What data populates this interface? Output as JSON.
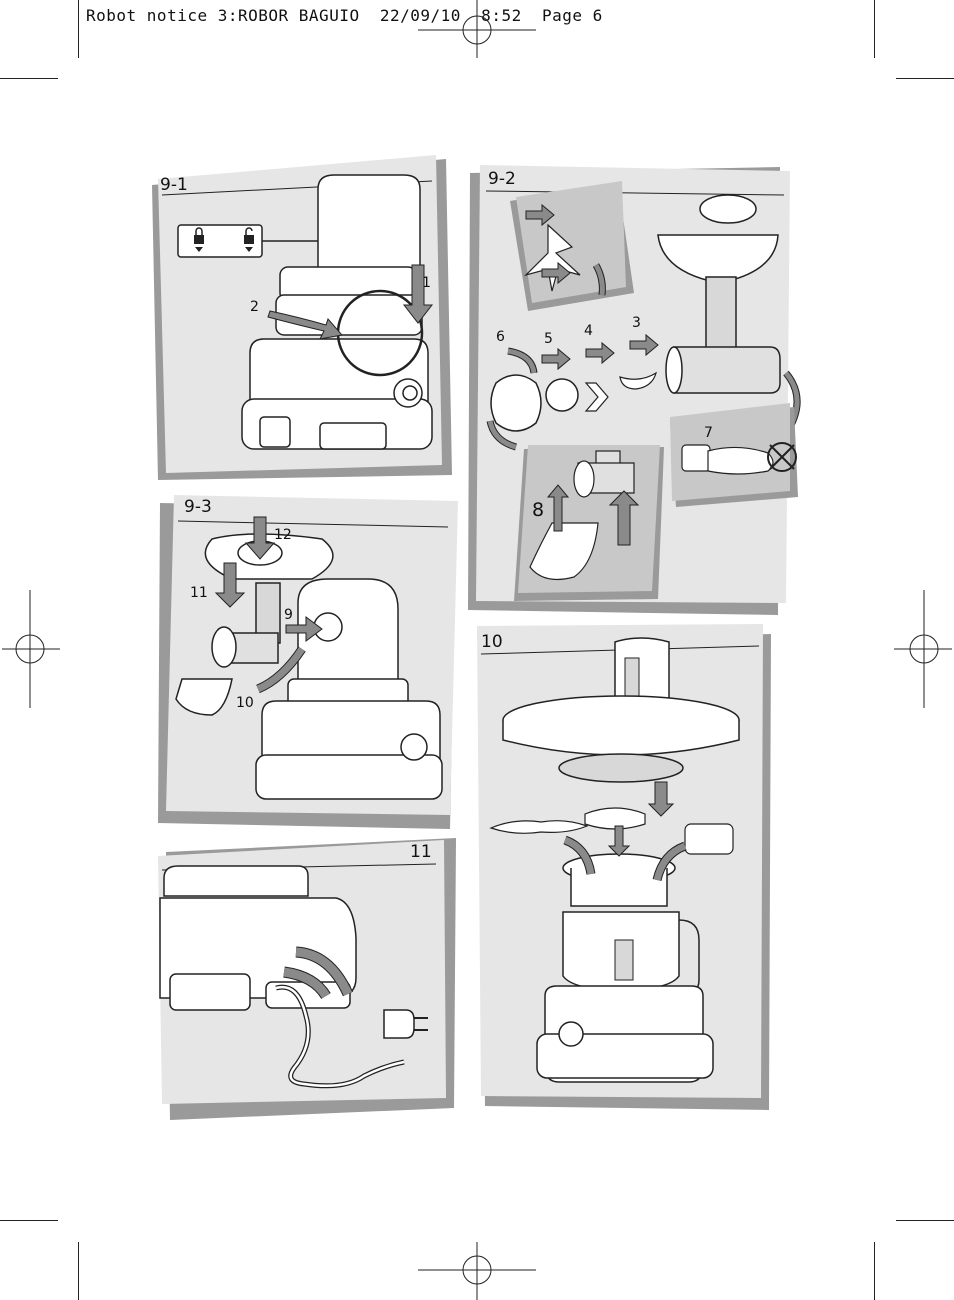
{
  "header": {
    "text": "Robot notice 3:ROBOR BAGUIO  22/09/10  8:52  Page 6"
  },
  "panels": {
    "p91": {
      "label": "9-1",
      "steps": {
        "s1": "1",
        "s2": "2"
      }
    },
    "p92": {
      "label": "9-2",
      "steps": {
        "s3": "3",
        "s4": "4",
        "s5": "5",
        "s6": "6",
        "s7": "7",
        "s8": "8"
      }
    },
    "p93": {
      "label": "9-3",
      "steps": {
        "s9": "9",
        "s10": "10",
        "s11": "11",
        "s12": "12"
      }
    },
    "p11": {
      "label": "11"
    },
    "p10": {
      "label": "10"
    }
  },
  "icons": [
    "lock-icon",
    "unlock-icon",
    "arrow-icon",
    "registration-mark-icon"
  ],
  "colors": {
    "panel_bg": "#e6e6e6",
    "panel_shadow": "#9a9a9a",
    "line": "#222222",
    "arrow_fill": "#8a8a8a"
  }
}
